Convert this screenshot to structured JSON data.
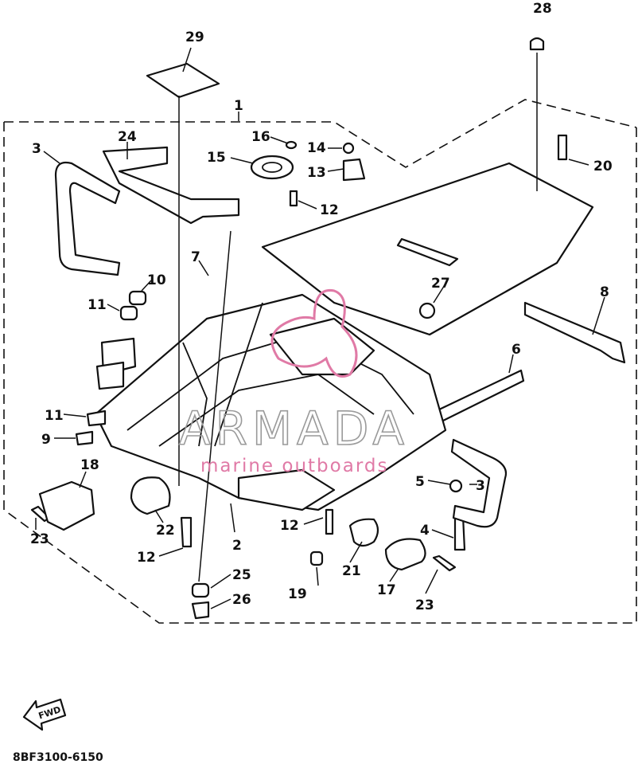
{
  "diagram": {
    "callouts": {
      "c28": "28",
      "c29": "29",
      "c1": "1",
      "c3a": "3",
      "c24": "24",
      "c16": "16",
      "c14": "14",
      "c15": "15",
      "c13": "13",
      "c20": "20",
      "c12a": "12",
      "c7": "7",
      "c10": "10",
      "c27": "27",
      "c8": "8",
      "c11a": "11",
      "c6": "6",
      "c11b": "11",
      "c9": "9",
      "c18": "18",
      "c5": "5",
      "c3b": "3",
      "c12b": "12",
      "c4": "4",
      "c2": "2",
      "c22": "22",
      "c23a": "23",
      "c12c": "12",
      "c21": "21",
      "c25": "25",
      "c17": "17",
      "c26": "26",
      "c19": "19",
      "c23b": "23"
    },
    "fwd_label": "FWD",
    "drawing_code": "8BF3100-6150"
  },
  "watermark": {
    "brand": "ARMADA",
    "tagline": "marine outboards",
    "accent_color": "#e07aa6"
  }
}
